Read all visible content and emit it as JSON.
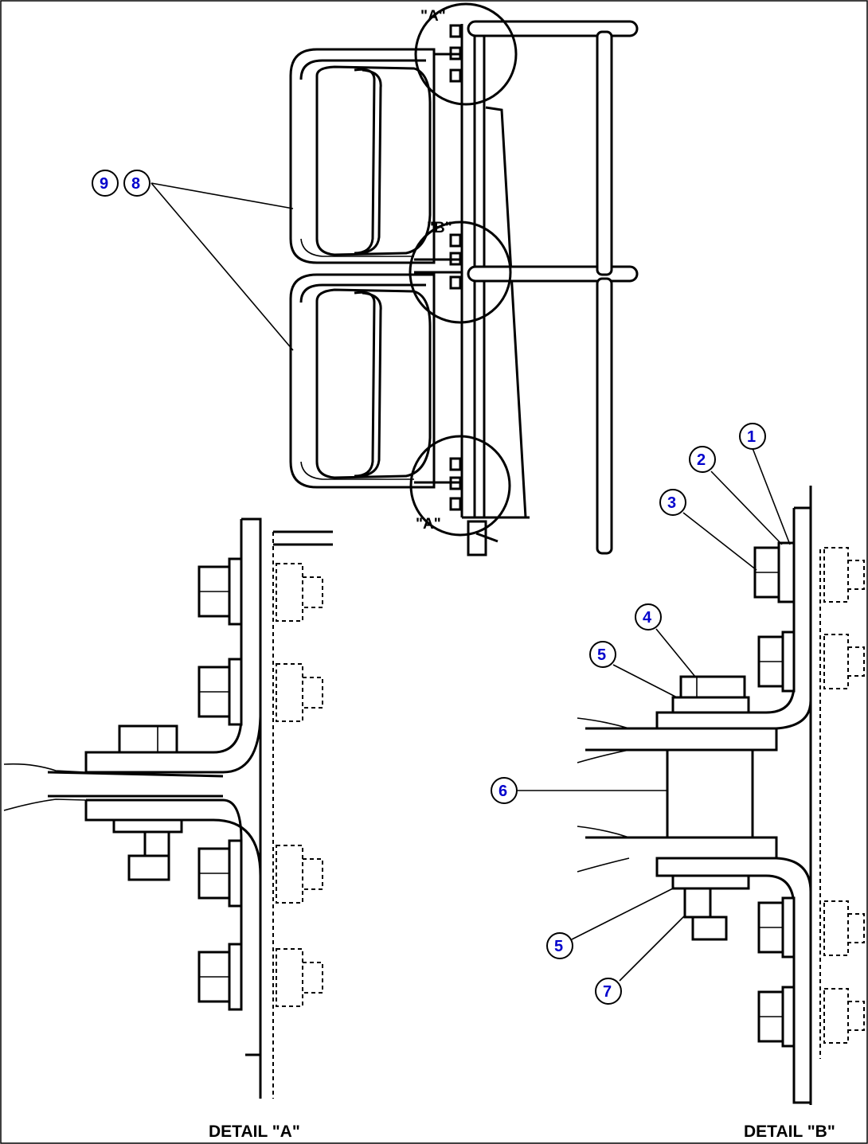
{
  "callouts": {
    "c1": "1",
    "c2": "2",
    "c3": "3",
    "c4": "4",
    "c5a": "5",
    "c5b": "5",
    "c6": "6",
    "c7": "7",
    "c8": "8",
    "c9": "9"
  },
  "detail_refs": {
    "a_top": "\"A\"",
    "b": "\"B\"",
    "a_bottom": "\"A\""
  },
  "captions": {
    "detail_a": "DETAIL \"A\"",
    "detail_b": "DETAIL \"B\""
  },
  "colors": {
    "callout_text": "#0000cc",
    "line": "#000000"
  }
}
